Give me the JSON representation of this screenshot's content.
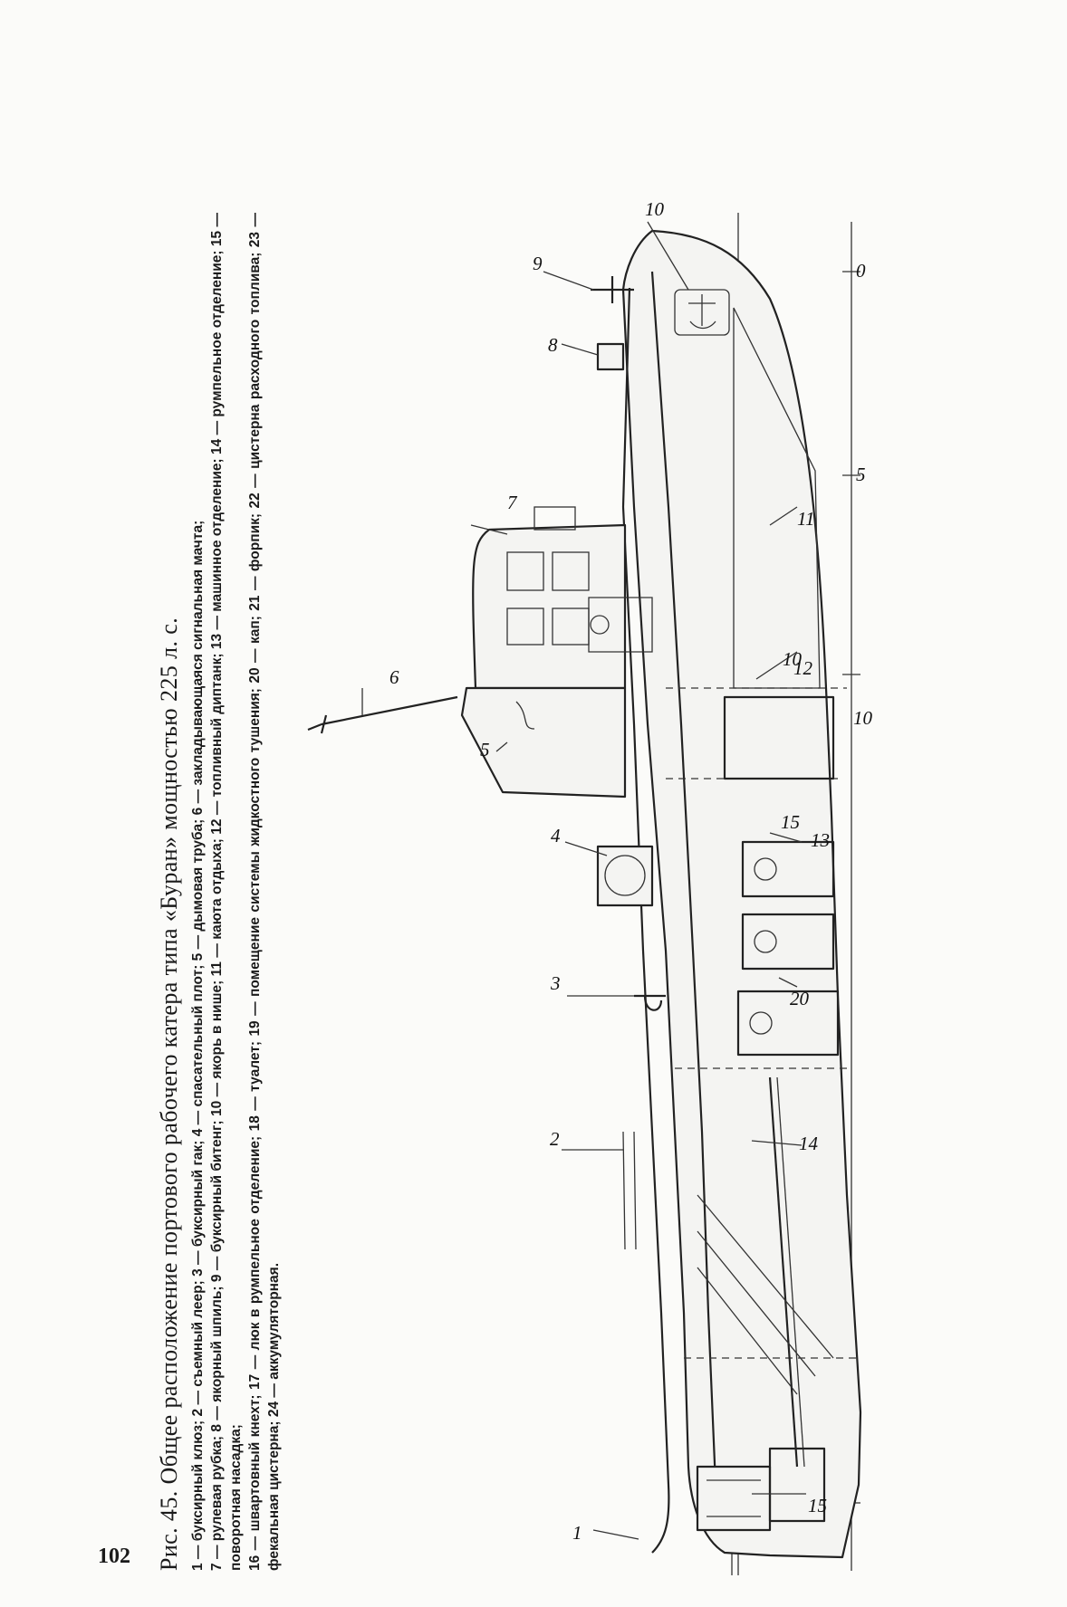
{
  "page_number": "102",
  "figure": {
    "title": "Рис. 45. Общее расположение портового рабочего катера типа «Буран» мощностью 225 л. с.",
    "legend": [
      "1 — буксирный клюз; 2 — съемный леер; 3 — буксирный гак; 4 — спасательный плот; 5 — дымовая труба; 6 — закладывающаяся сигнальная мачта;",
      "7 — рулевая рубка; 8 — якорный шпиль; 9 — буксирный битенг; 10 — якорь в нише; 11 — каюта отдыха; 12 — топливный диптанк; 13 — машинное отделение; 14 — румпельное отделение; 15 — поворотная насадка;",
      "16 — швартовный кнехт; 17 — люк в румпельное отделение; 18 — туалет; 19 — помещение системы жидкостного тушения; 20 — кап; 21 — форпик; 22 — цистерна расходного топлива; 23 — фекальная цистерна; 24 — аккумуляторная."
    ],
    "callouts": {
      "c1": "1",
      "c2": "2",
      "c3": "3",
      "c4": "4",
      "c5": "5",
      "c6": "6",
      "c7": "7",
      "c8": "8",
      "c9": "9",
      "c10_top": "10",
      "c11": "11",
      "c12": "12",
      "c13": "13",
      "c14": "14",
      "c15_bottom": "15",
      "c15_inner": "15",
      "c20": "20",
      "c10_frame": "10"
    },
    "frame_marks": {
      "f0": "0",
      "f5": "5",
      "f10": "10"
    }
  }
}
